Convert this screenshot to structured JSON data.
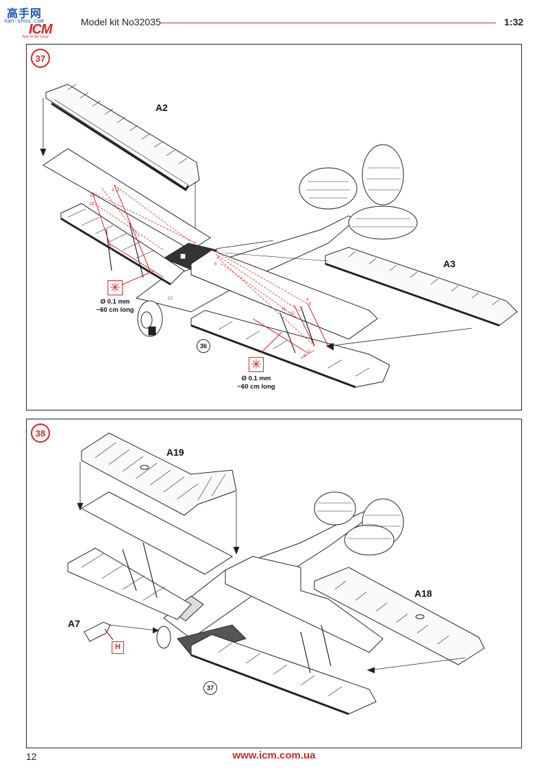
{
  "header": {
    "logo": {
      "site_cn": "高手网",
      "site_url": "nan-shou.com",
      "brand": "ICM",
      "tagline": "Way in the Lead"
    },
    "kit_title": "Model kit No32035",
    "scale": "1:32"
  },
  "steps": [
    {
      "number": "37",
      "parts": {
        "top": "A2",
        "right": "A3"
      },
      "reference_step": "36",
      "rigging_notes": [
        {
          "line1": "Ø 0.1 mm",
          "line2": "~60 cm long"
        },
        {
          "line1": "Ø 0.1 mm",
          "line2": "~60 cm long"
        }
      ],
      "rigging_numbers": [
        "1",
        "2",
        "3",
        "4",
        "5",
        "6",
        "7",
        "8",
        "9",
        "10",
        "11",
        "12"
      ]
    },
    {
      "number": "38",
      "parts": {
        "top": "A19",
        "right": "A18",
        "left": "A7"
      },
      "paint_code": "H",
      "reference_step": "37"
    }
  ],
  "footer": {
    "page_number": "12",
    "website": "www.icm.com.ua"
  },
  "colors": {
    "accent": "#d6252b",
    "line": "#222222",
    "logo_blue": "#1a55b8"
  },
  "icons": {
    "glue": "asterisk-glue-icon",
    "paint": "paint-code-box"
  }
}
